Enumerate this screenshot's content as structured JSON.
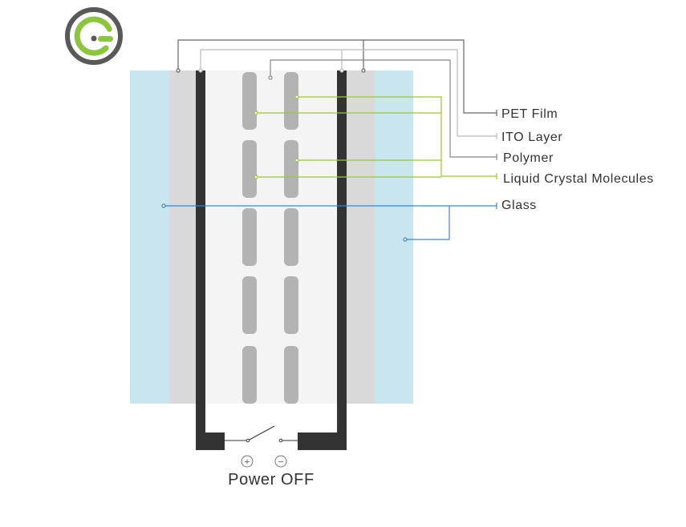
{
  "logo": {
    "name": "brand-logo",
    "colors": {
      "ring": "#595959",
      "accent": "#8cc63f"
    }
  },
  "layers": {
    "glass": {
      "color": "#c9e6ef"
    },
    "pet_film": {
      "color": "#d9d9d9"
    },
    "ito_layer": {
      "color": "#333333"
    },
    "polymer": {
      "color": "#f4f4f4"
    },
    "liquid_crystal": {
      "color": "#b3b3b3",
      "rows": 5,
      "columns": 2
    }
  },
  "callouts": [
    {
      "id": "pet-film",
      "label": "PET Film",
      "color": "#666666"
    },
    {
      "id": "ito-layer",
      "label": "ITO Layer",
      "color": "#bbbbbb"
    },
    {
      "id": "polymer",
      "label": "Polymer",
      "color": "#888888"
    },
    {
      "id": "liquid-crystal-molecules",
      "label": "Liquid Crystal Molecules",
      "color": "#9dc43c"
    },
    {
      "id": "glass",
      "label": "Glass",
      "color": "#3f83c7"
    }
  ],
  "circuit": {
    "positive_symbol": "+",
    "negative_symbol": "−",
    "switch_state": "open"
  },
  "caption": "Power OFF"
}
